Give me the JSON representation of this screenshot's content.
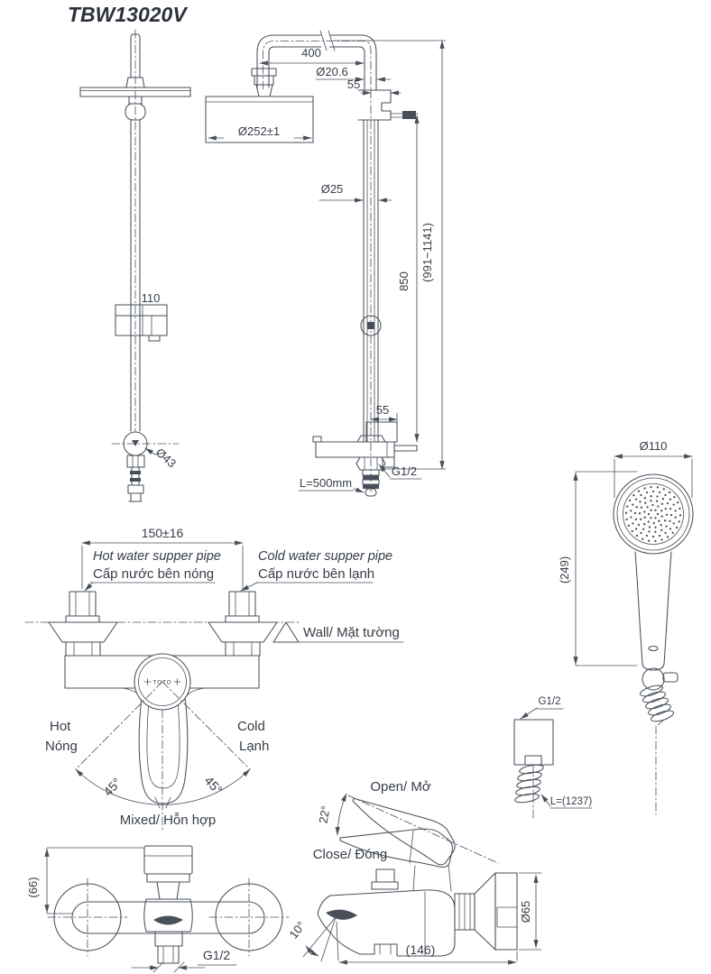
{
  "title": "TBW13020V",
  "colors": {
    "line": "#49505b",
    "text": "#363d47",
    "background": "#ffffff"
  },
  "column_front": {
    "slider_width": "110",
    "diverter_dia": "Ø43"
  },
  "column_side": {
    "arm_reach": "400",
    "arm_dia": "Ø20.6",
    "top_offset": "55",
    "head_dia": "Ø252±1",
    "pipe_dia": "Ø25",
    "pipe_len": "850",
    "total_height": "(991~1141)",
    "bottom_offset": "55",
    "hose_len": "L=500mm",
    "outlet_thread": "G1/2"
  },
  "hand_shower": {
    "head_dia": "Ø110",
    "length": "(249)"
  },
  "wall_union": {
    "thread": "G1/2",
    "hose_len": "L=(1237)"
  },
  "mixer_front": {
    "pitch": "150±16",
    "hot_pipe_en": "Hot water supper pipe",
    "hot_pipe_vi": "Cấp nước bên nóng",
    "cold_pipe_en": "Cold water supper pipe",
    "cold_pipe_vi": "Cấp nước bên lạnh",
    "wall": "Wall/ Mặt tường",
    "hot_en": "Hot",
    "hot_vi": "Nóng",
    "cold_en": "Cold",
    "cold_vi": "Lạnh",
    "angle_left": "45°",
    "angle_right": "45°",
    "mixed": "Mixed/ Hỗn hợp",
    "logo": "TOTO"
  },
  "mixer_top": {
    "depth": "(66)",
    "outlet_thread": "G1/2"
  },
  "mixer_side": {
    "open": "Open/ Mở",
    "open_angle": "22°",
    "close": "Close/ Đóng",
    "spout_angle": "10°",
    "depth": "(146)",
    "flange_dia": "Ø65"
  }
}
